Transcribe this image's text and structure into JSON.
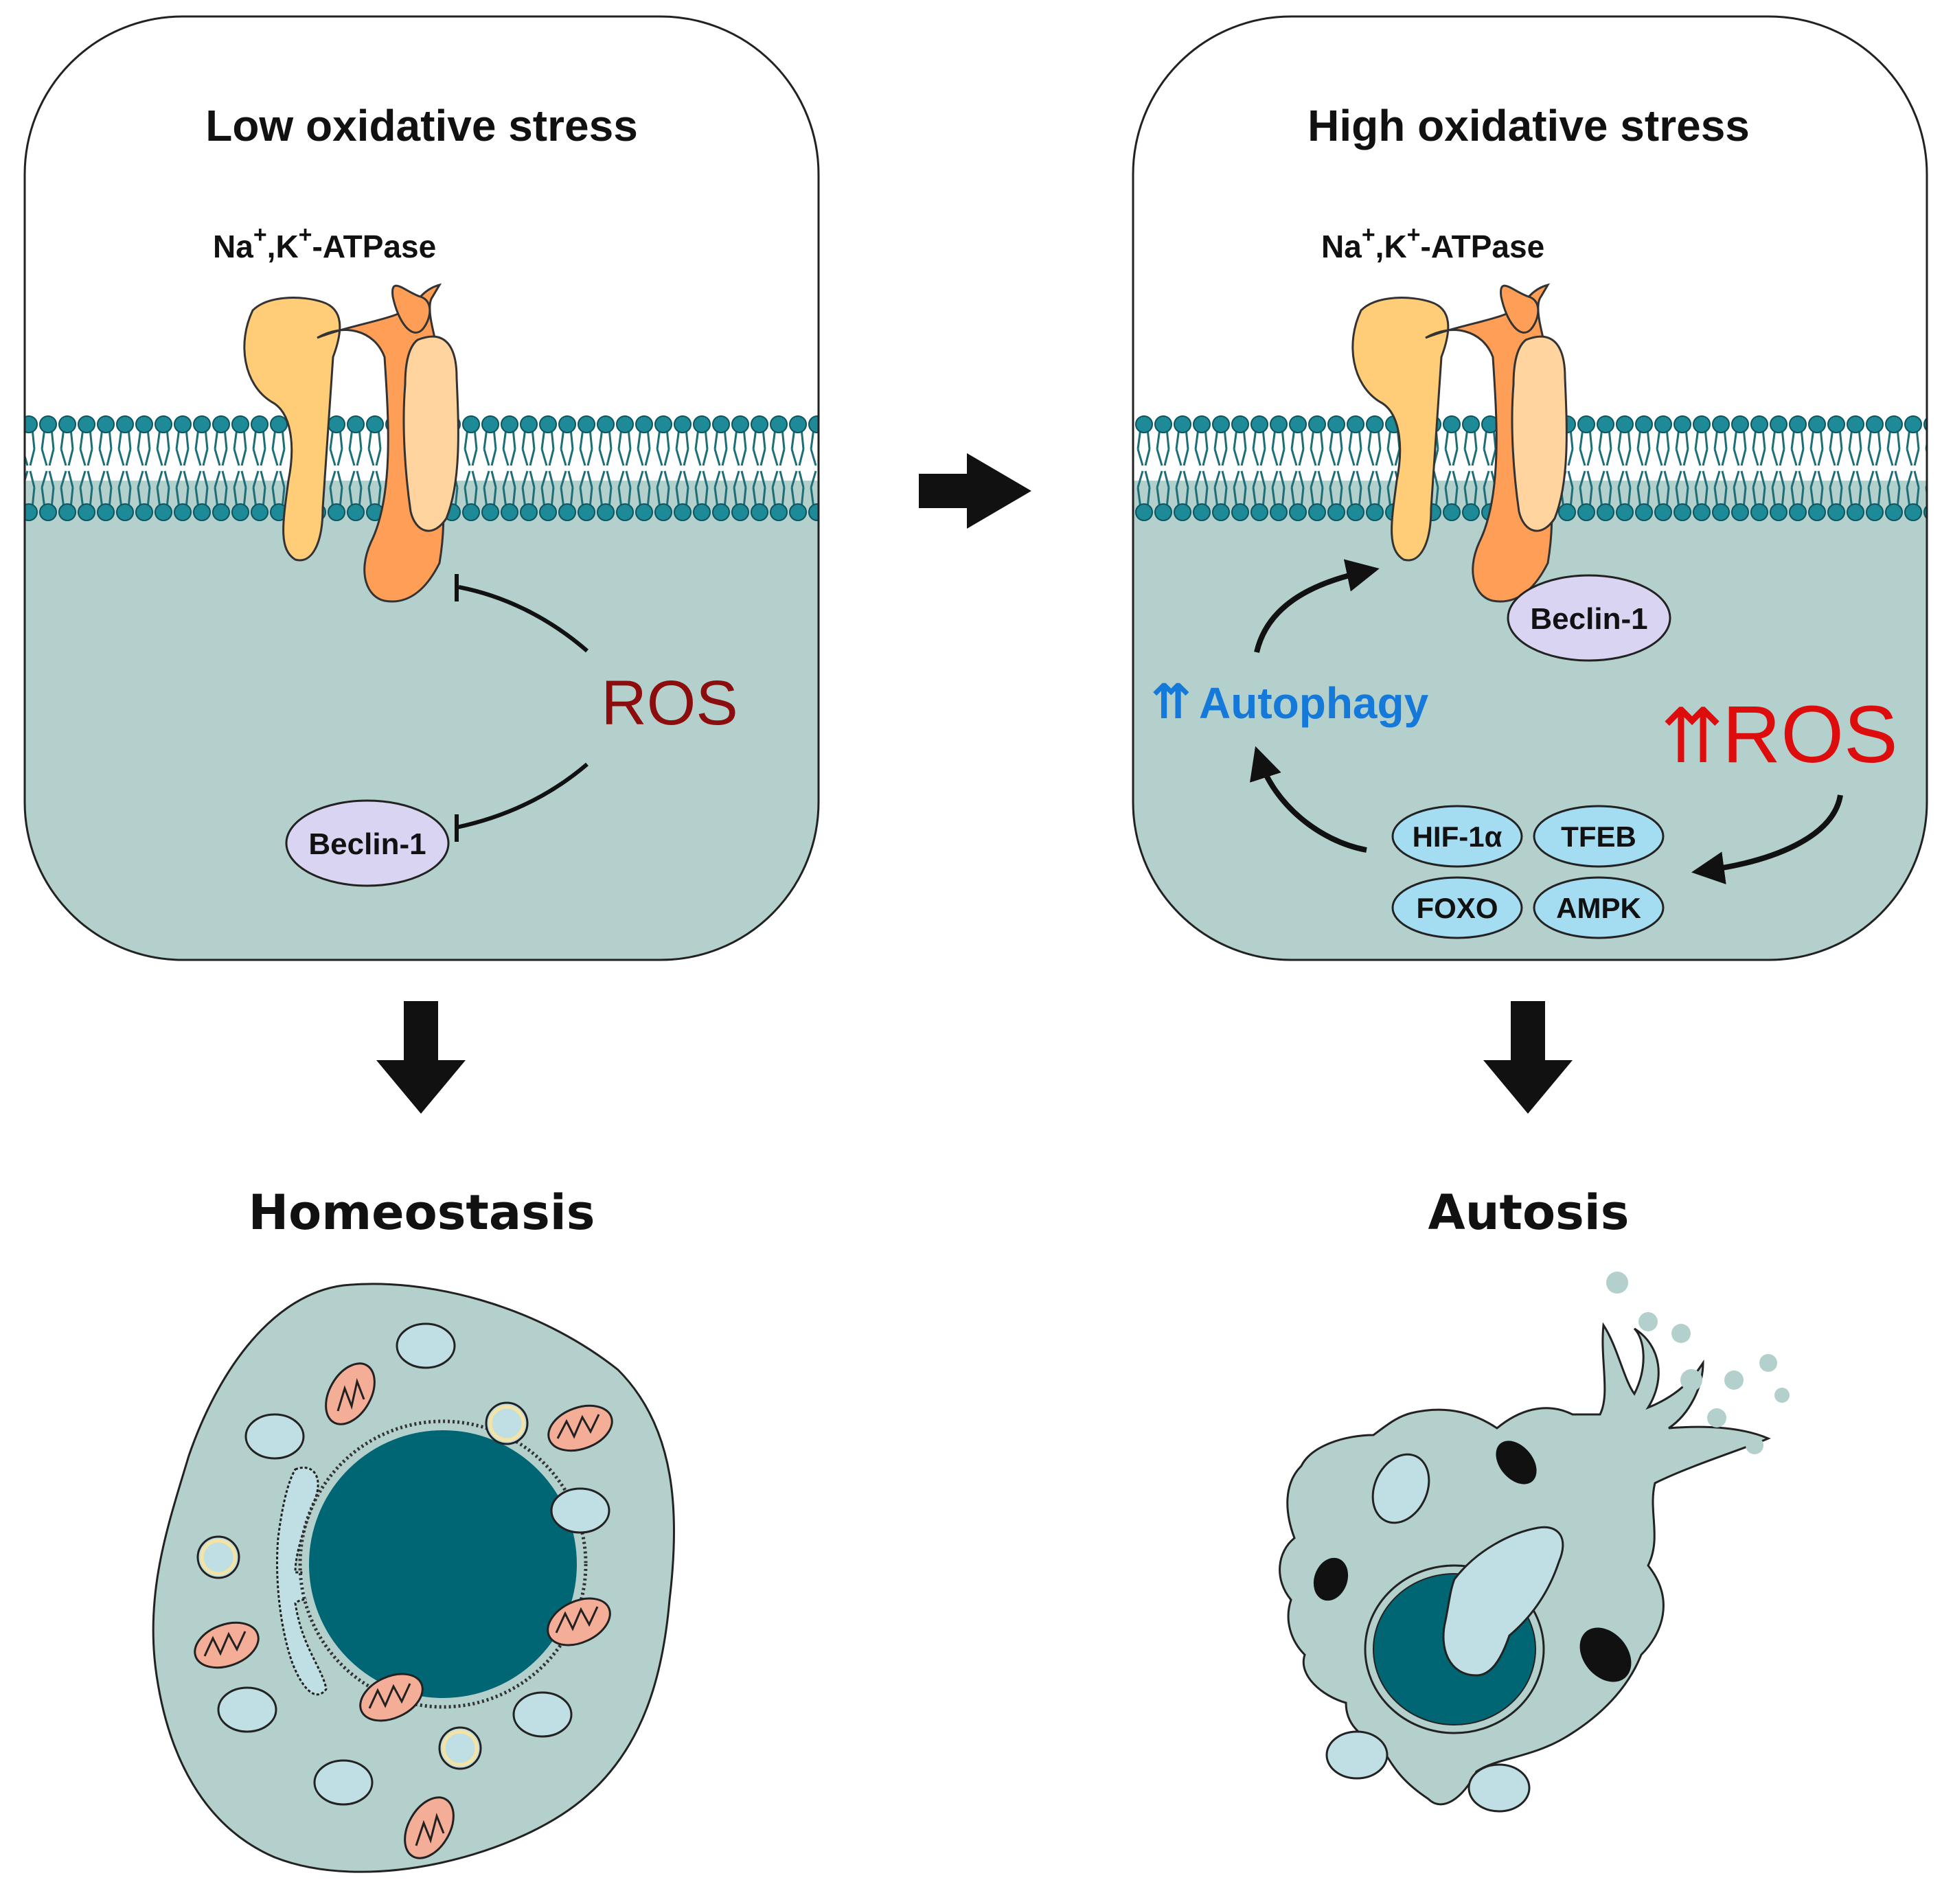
{
  "panels": {
    "low": {
      "title": "Low oxidative stress",
      "pump_label": {
        "base": "Na",
        "sup1": "+",
        "mid": ",K",
        "sup2": "+",
        "tail": "-ATPase"
      },
      "ros": "ROS",
      "beclin": "Beclin-1",
      "outcome": "Homeostasis"
    },
    "high": {
      "title": "High oxidative stress",
      "pump_label": {
        "base": "Na",
        "sup1": "+",
        "mid": ",K",
        "sup2": "+",
        "tail": "-ATPase"
      },
      "ros_arrows": "⇈",
      "ros": "ROS",
      "autophagy_arrows": "⇈",
      "autophagy": "Autophagy",
      "beclin": "Beclin-1",
      "factors": [
        "HIF-1α",
        "TFEB",
        "FOXO",
        "AMPK"
      ],
      "outcome": "Autosis"
    }
  },
  "colors": {
    "cytoplasm": "#b3d0cc",
    "lipid_head": "#1f8a97",
    "nucleus": "#006674",
    "vesicle": "#bfdfe4",
    "pump_light": "#ffcc78",
    "pump_main": "#ff9f57",
    "pump_pale": "#ffd49e",
    "beclin": "#d8d4f2",
    "factor": "#a4dcf2",
    "ros_low": "#8b0d0d",
    "ros_high": "#dd0d0d",
    "autophagy": "#1479d8",
    "mito": "#f4ad96"
  }
}
